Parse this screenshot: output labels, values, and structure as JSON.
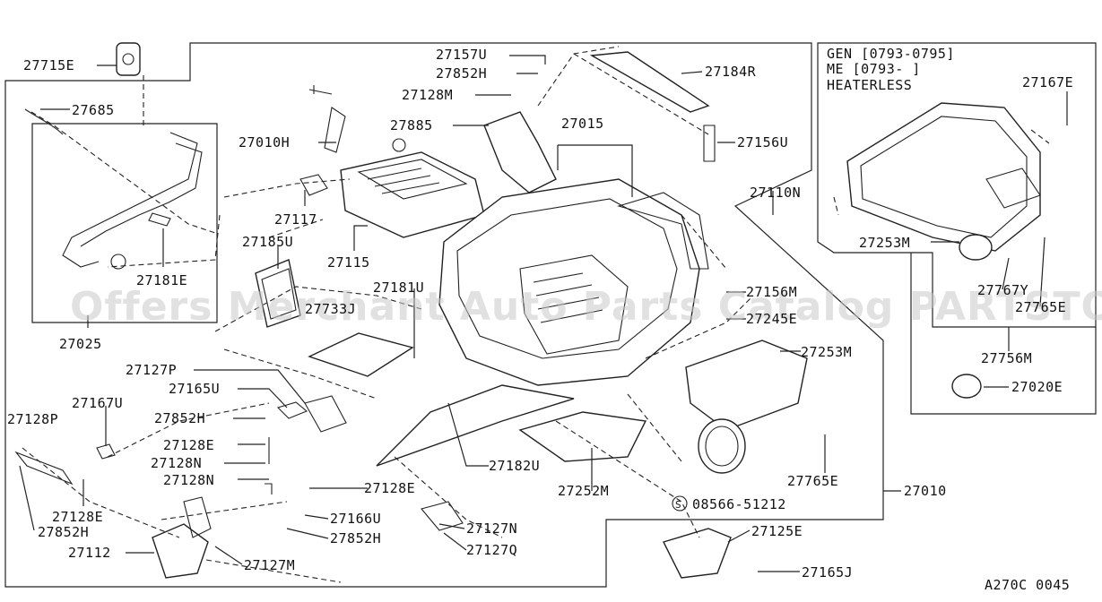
{
  "labels": {
    "l27715E": "27715E",
    "l27685": "27685",
    "l27010H": "27010H",
    "l27117": "27117",
    "l27181E": "27181E",
    "l27025": "27025",
    "l27157U": "27157U",
    "l27852H_top": "27852H",
    "l27128M": "27128M",
    "l27885": "27885",
    "l27184R": "27184R",
    "l27015": "27015",
    "l27156U": "27156U",
    "l27185U": "27185U",
    "l27115": "27115",
    "l27181U": "27181U",
    "l27733J": "27733J",
    "l27110N": "27110N",
    "l27156M": "27156M",
    "l27245E": "27245E",
    "l27127P": "27127P",
    "l27165U": "27165U",
    "l27167U": "27167U",
    "l27128P": "27128P",
    "l27852H_mid": "27852H",
    "l27128E_a": "27128E",
    "l27128N_a": "27128N",
    "l27128N_b": "27128N",
    "l27128E_b": "27128E",
    "l27182U": "27182U",
    "l27252M": "27252M",
    "l27128E_c": "27128E",
    "l27852H_left": "27852H",
    "l27112": "27112",
    "l27166U": "27166U",
    "l27852H_bot": "27852H",
    "l27127M": "27127M",
    "l27127N": "27127N",
    "l27127Q": "27127Q",
    "l27253M_r": "27253M",
    "l27765E_b": "27765E",
    "l08566": "08566-51212",
    "l27010": "27010",
    "l27125E": "27125E",
    "l27165J": "27165J",
    "l27253M_box": "27253M",
    "l27767Y": "27767Y",
    "l27765E_box": "27765E",
    "l27756M": "27756M",
    "l27020E": "27020E",
    "l27167E": "27167E"
  },
  "notes": {
    "gen": "GEN [0793-0795]",
    "me": "ME [0793-     ]",
    "heaterless": "HEATERLESS"
  },
  "bolt_symbol": "S",
  "watermark": "Offers Merchant Auto Parts Catalog PARTSTORE.SA",
  "figure_code": "A270C 0045"
}
